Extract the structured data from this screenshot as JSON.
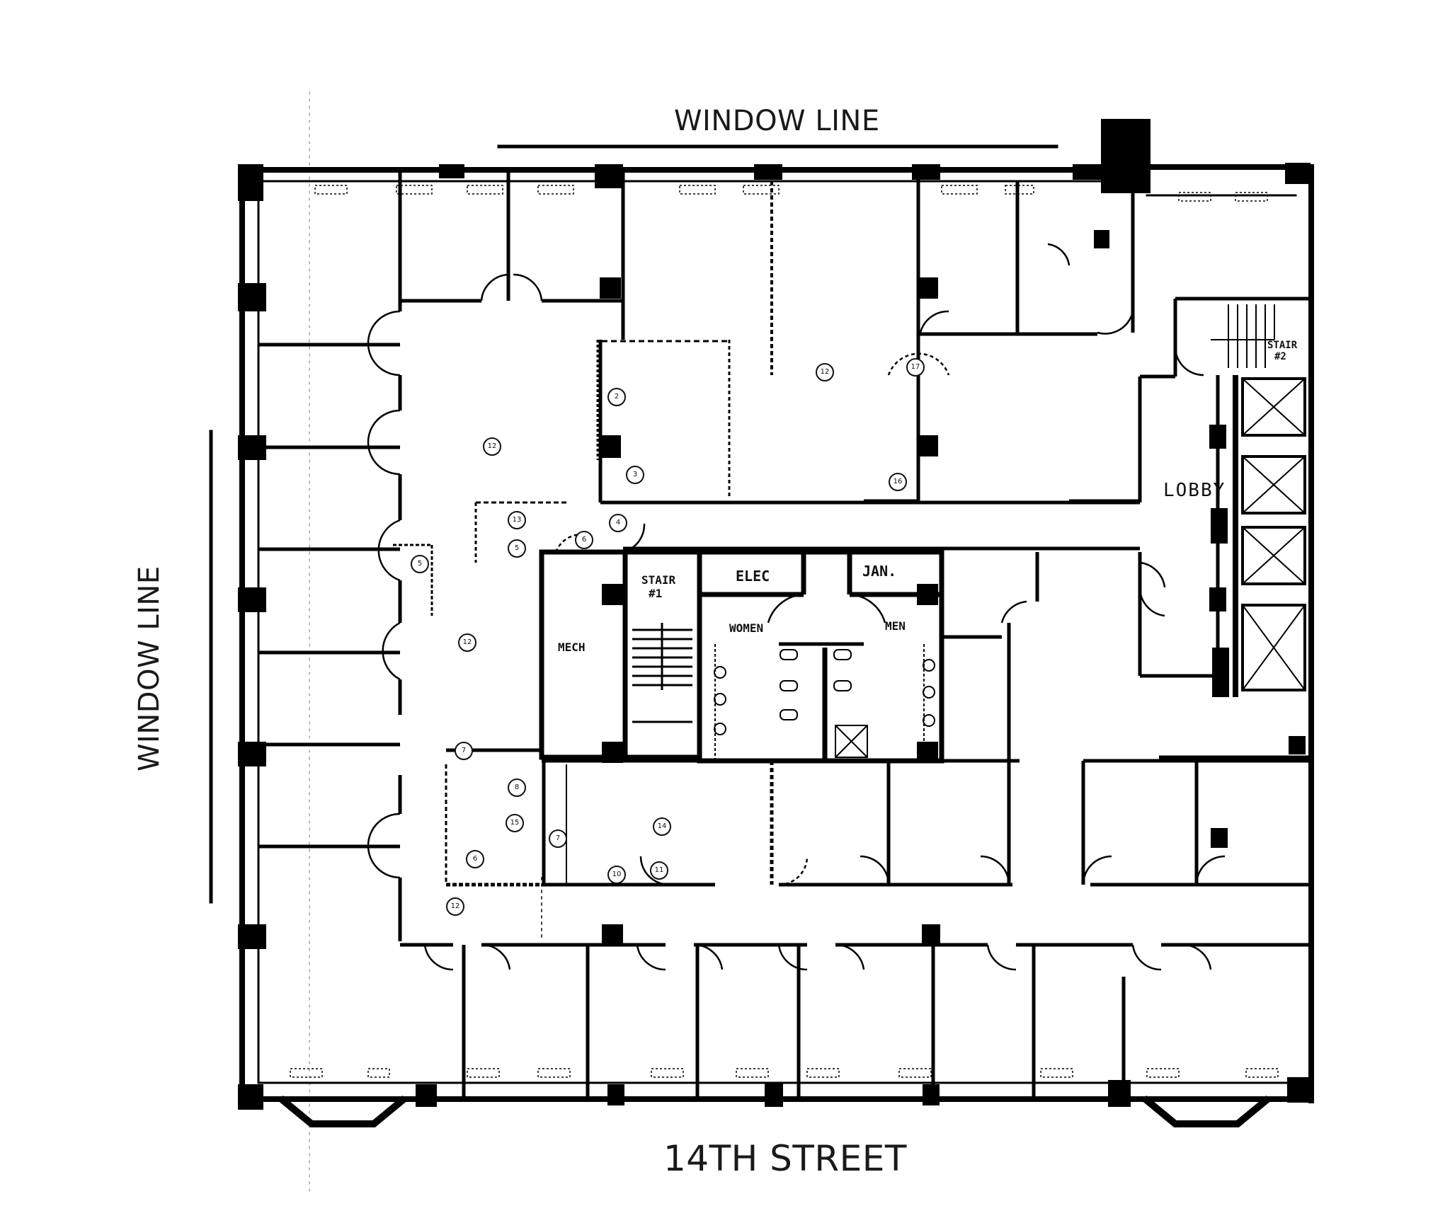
{
  "labels": {
    "top_window": "WINDOW LINE",
    "left_window": "WINDOW LINE",
    "street": "14TH STREET"
  },
  "rooms": {
    "lobby": "LOBBY",
    "stair_1_line1": "STAIR",
    "stair_1_line2": "#1",
    "stair_2_line1": "STAIR",
    "stair_2_line2": "#2",
    "mech": "MECH",
    "elec": "ELEC",
    "jan": "JAN.",
    "women": "WOMEN",
    "men": "MEN"
  },
  "keynote_tags": [
    {
      "id": "tag-2",
      "value": "2"
    },
    {
      "id": "tag-3",
      "value": "3"
    },
    {
      "id": "tag-4",
      "value": "4"
    },
    {
      "id": "tag-5a",
      "value": "5"
    },
    {
      "id": "tag-5b",
      "value": "5"
    },
    {
      "id": "tag-6a",
      "value": "6"
    },
    {
      "id": "tag-6b",
      "value": "6"
    },
    {
      "id": "tag-7a",
      "value": "7"
    },
    {
      "id": "tag-7b",
      "value": "7"
    },
    {
      "id": "tag-8",
      "value": "8"
    },
    {
      "id": "tag-10",
      "value": "10"
    },
    {
      "id": "tag-11",
      "value": "11"
    },
    {
      "id": "tag-12a",
      "value": "12"
    },
    {
      "id": "tag-12b",
      "value": "12"
    },
    {
      "id": "tag-12c",
      "value": "12"
    },
    {
      "id": "tag-12d",
      "value": "12"
    },
    {
      "id": "tag-13",
      "value": "13"
    },
    {
      "id": "tag-14",
      "value": "14"
    },
    {
      "id": "tag-15",
      "value": "15"
    },
    {
      "id": "tag-16",
      "value": "16"
    },
    {
      "id": "tag-17",
      "value": "17"
    }
  ],
  "colors": {
    "wall": "#000000",
    "background": "#ffffff",
    "text": "#1a1a1a"
  }
}
